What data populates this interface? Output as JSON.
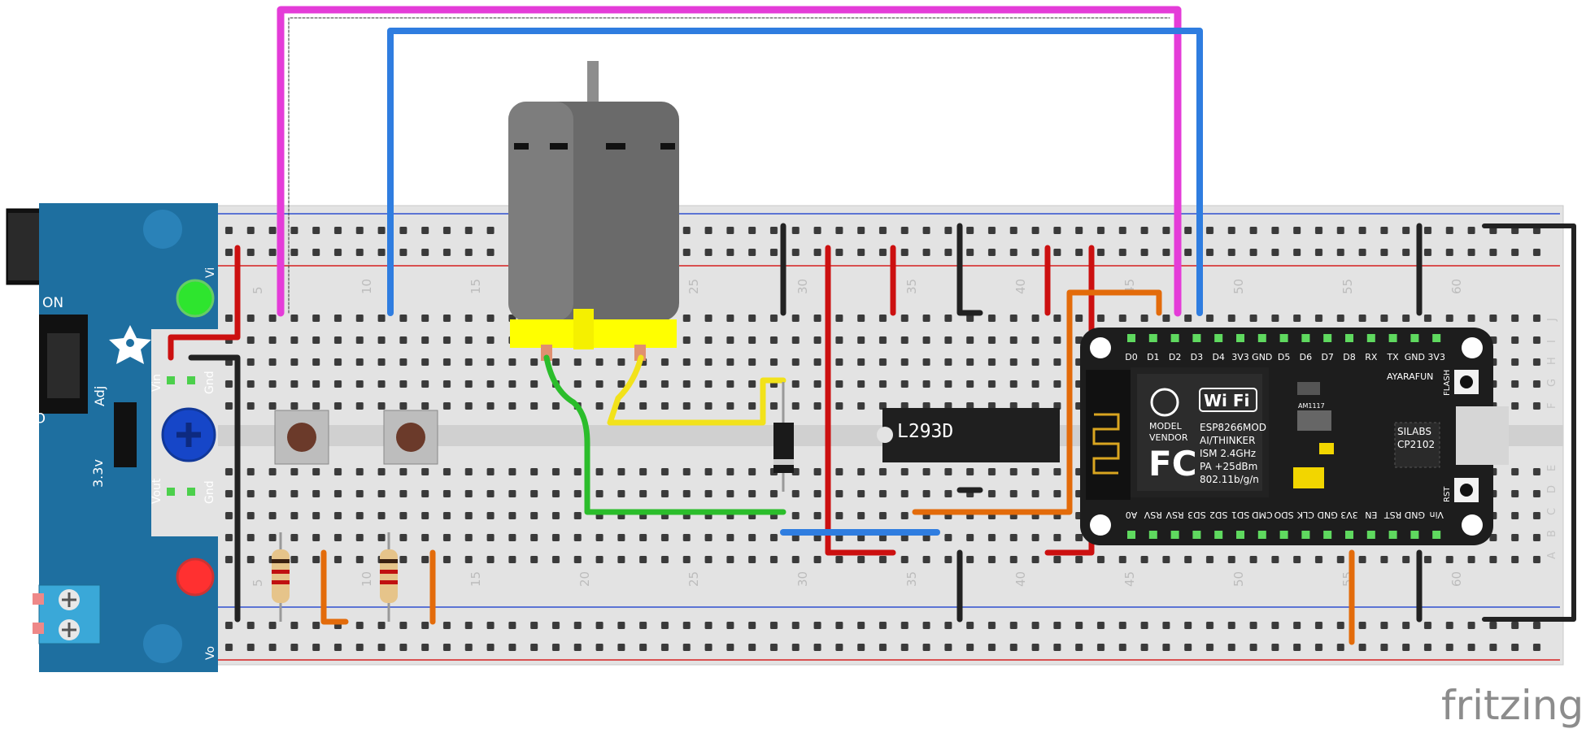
{
  "brand": {
    "name": "fritzing"
  },
  "breadboard": {
    "column_labels": [
      "5",
      "10",
      "15",
      "20",
      "25",
      "30",
      "35",
      "40",
      "45",
      "50",
      "55",
      "60"
    ],
    "row_labels_top": [
      "J",
      "I",
      "H",
      "G",
      "F"
    ],
    "row_labels_bottom": [
      "E",
      "D",
      "C",
      "B",
      "A"
    ]
  },
  "power_module": {
    "on_label": "ON",
    "off_label": "OFF",
    "adj_label": "Adj",
    "v33_label": "3.3v",
    "vin_label": "Vin",
    "vin_gnd_label": "Gnd",
    "vout_label": "Vout",
    "vout_gnd_label": "Gnd",
    "vi_label": "Vi",
    "vo_label": "Vo",
    "logo": "adafruit-flower"
  },
  "ic": {
    "label": "L293D"
  },
  "nodemcu": {
    "pins_top": [
      "D0",
      "D1",
      "D2",
      "D3",
      "D4",
      "3V3",
      "GND",
      "D5",
      "D6",
      "D7",
      "D8",
      "RX",
      "TX",
      "GND",
      "3V3"
    ],
    "pins_bottom": [
      "A0",
      "RSV",
      "RSV",
      "SD3",
      "SD2",
      "SD1",
      "CMD",
      "SDO",
      "CLK",
      "GND",
      "3V3",
      "EN",
      "RST",
      "GND",
      "Vin"
    ],
    "model_label": "MODEL",
    "vendor_label": "VENDOR",
    "wifi_label": "Wi Fi",
    "module_lines": [
      "ESP8266MOD",
      "AI/THINKER",
      "ISM 2.4GHz",
      "PA +25dBm",
      "802.11b/g/n"
    ],
    "fcc_label": "FC",
    "regulator_label": "AM1117",
    "maker_label": "AYARAFUN",
    "usb_chip_lines": [
      "SILABS",
      "CP2102"
    ],
    "flash_label": "FLASH",
    "rst_label": "RST"
  },
  "colors": {
    "board_blue": "#1e6fa0",
    "breadboard_bg": "#e3e3e3",
    "rail_red": "#d62020",
    "rail_blue": "#2f4fd0",
    "wire_red": "#cc1010",
    "wire_black": "#222222",
    "wire_blue": "#2f7de0",
    "wire_magenta": "#e43cd8",
    "wire_orange": "#e36b0a",
    "wire_green": "#2bbd2b",
    "wire_yellow": "#f2e21b",
    "pcb_black": "#1d1d1d",
    "motor_gray": "#6a6a6a",
    "motor_yellow": "#ffff00"
  }
}
